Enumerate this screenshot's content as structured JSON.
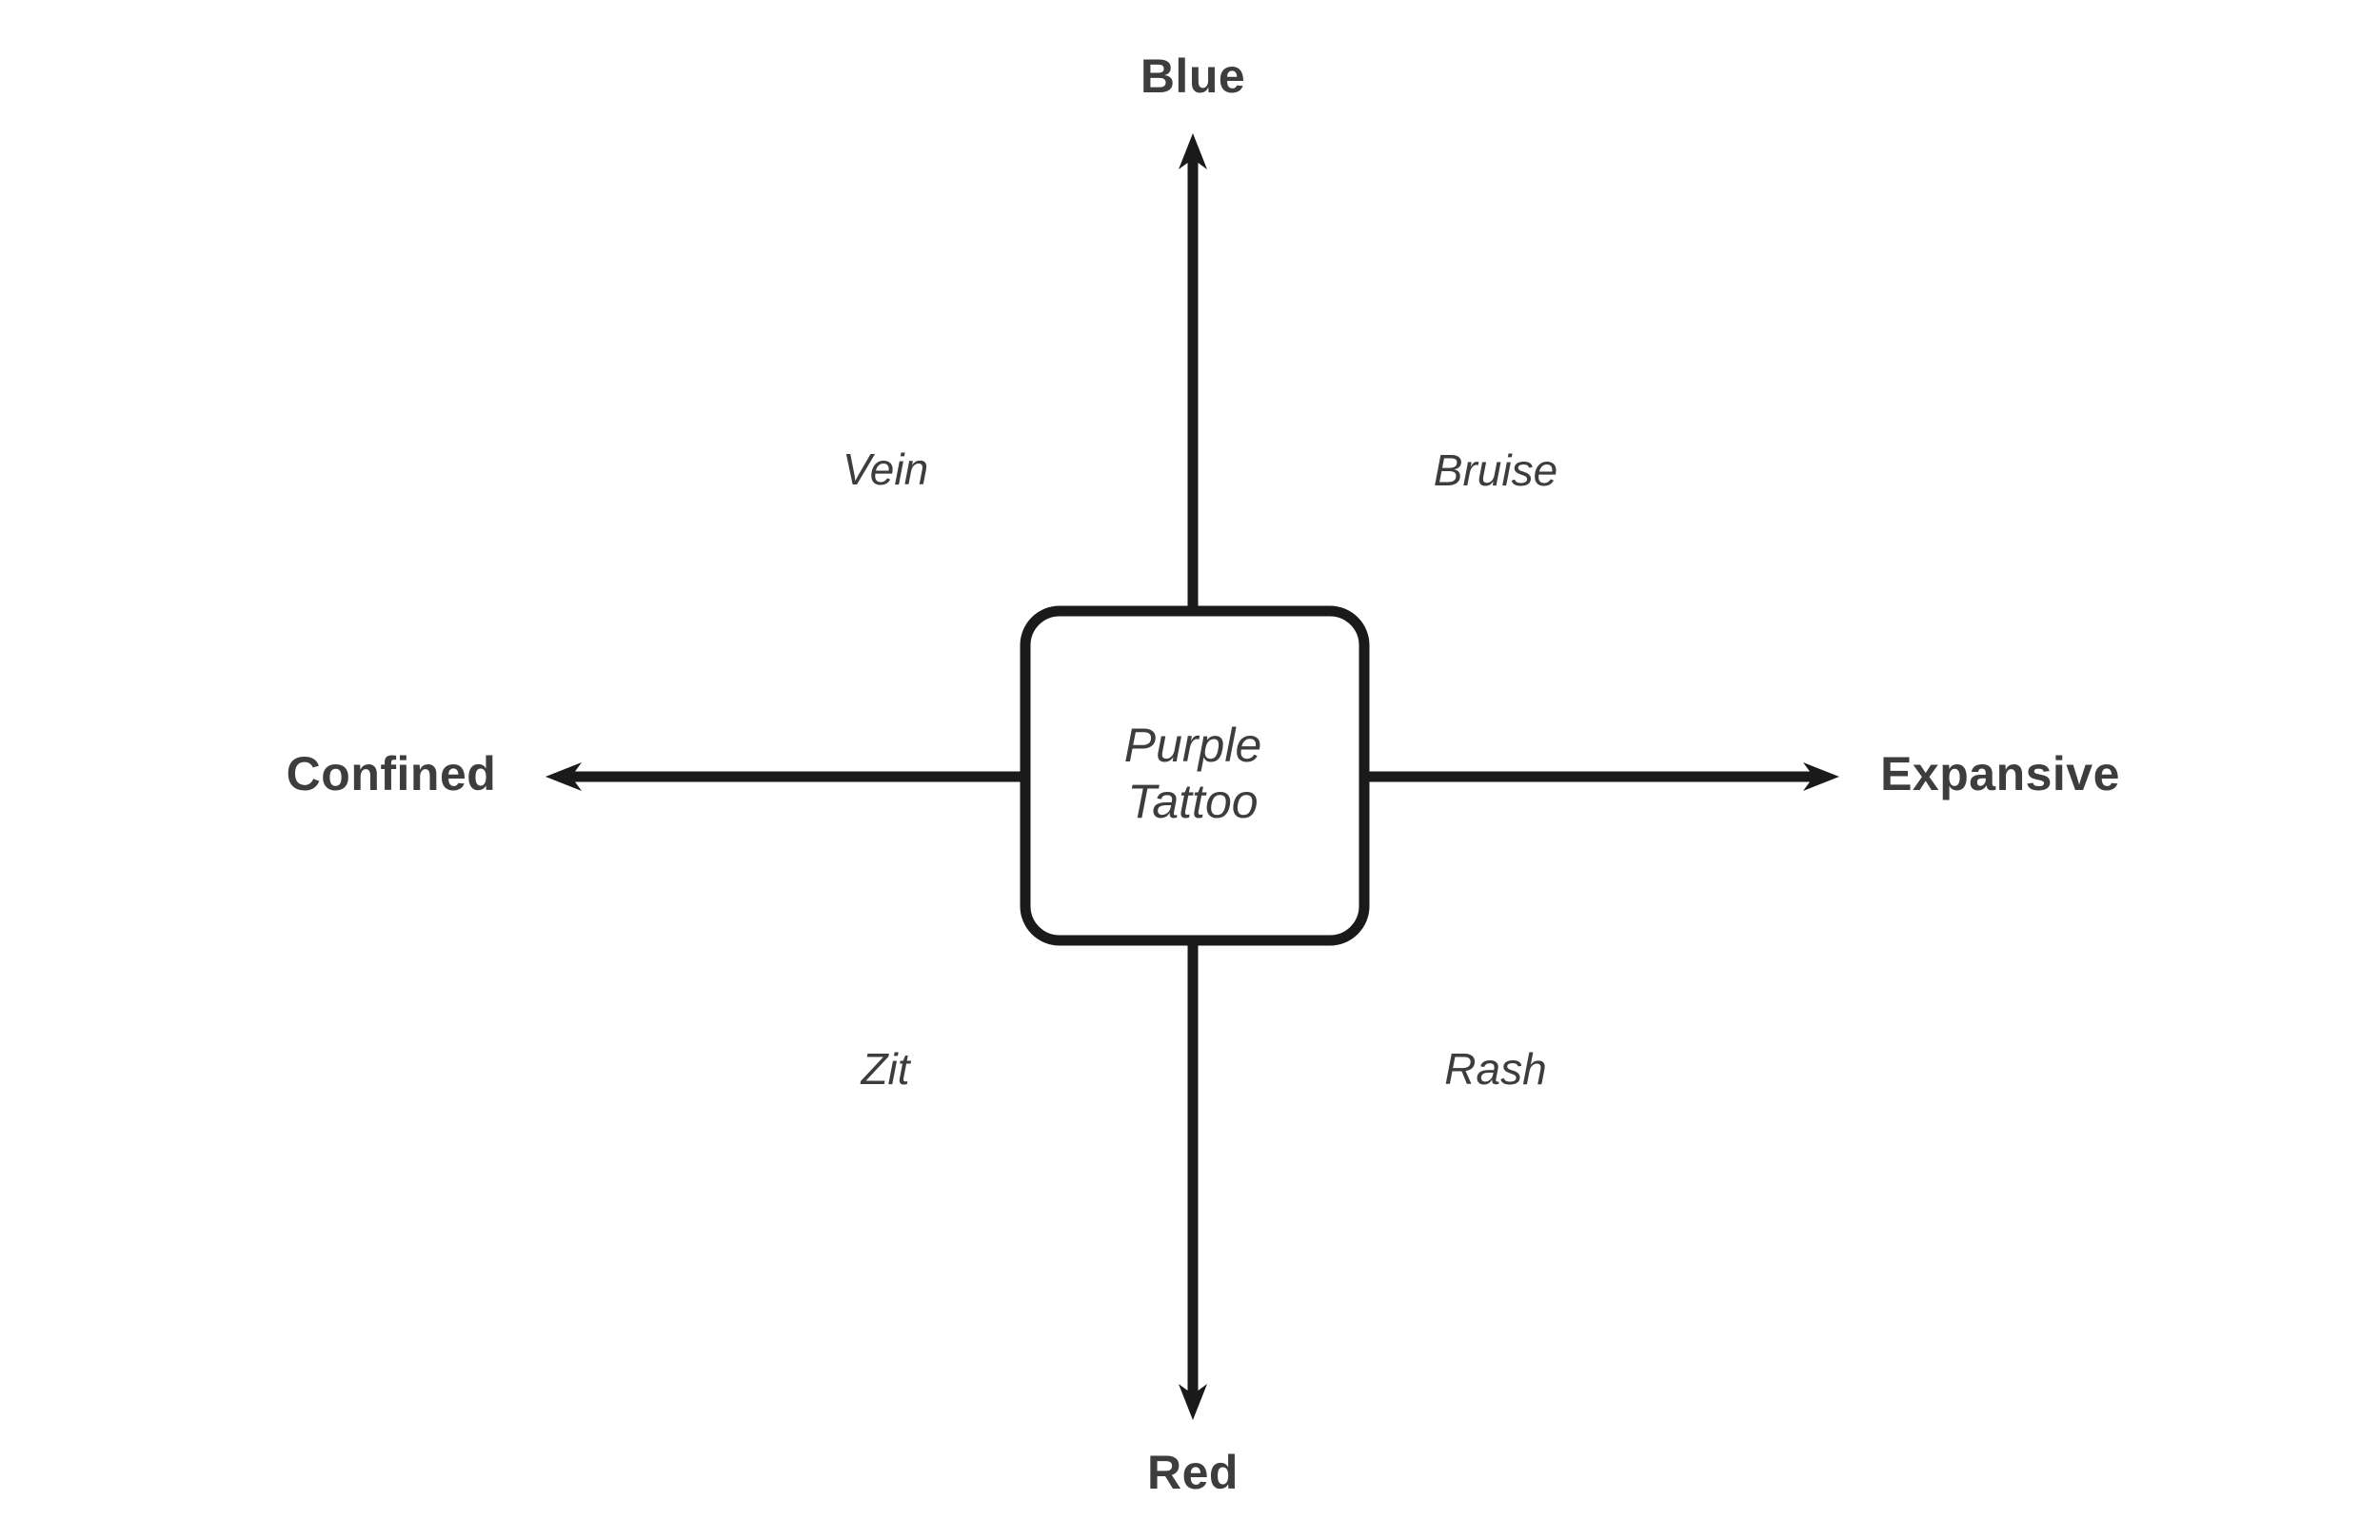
{
  "diagram": {
    "type": "quadrant-axis-diagram",
    "center_node": {
      "label": "Purple\nTattoo"
    },
    "axes": {
      "top": {
        "label": "Blue"
      },
      "bottom": {
        "label": "Red"
      },
      "left": {
        "label": "Confined"
      },
      "right": {
        "label": "Expansive"
      }
    },
    "quadrants": {
      "top_left": {
        "label": "Vein"
      },
      "top_right": {
        "label": "Bruise"
      },
      "bottom_left": {
        "label": "Zit"
      },
      "bottom_right": {
        "label": "Rash"
      }
    },
    "colors": {
      "background": "#ffffff",
      "stroke": "#1a1a1a",
      "label_text": "#3d3d3d",
      "node_fill": "#ffffff"
    }
  }
}
